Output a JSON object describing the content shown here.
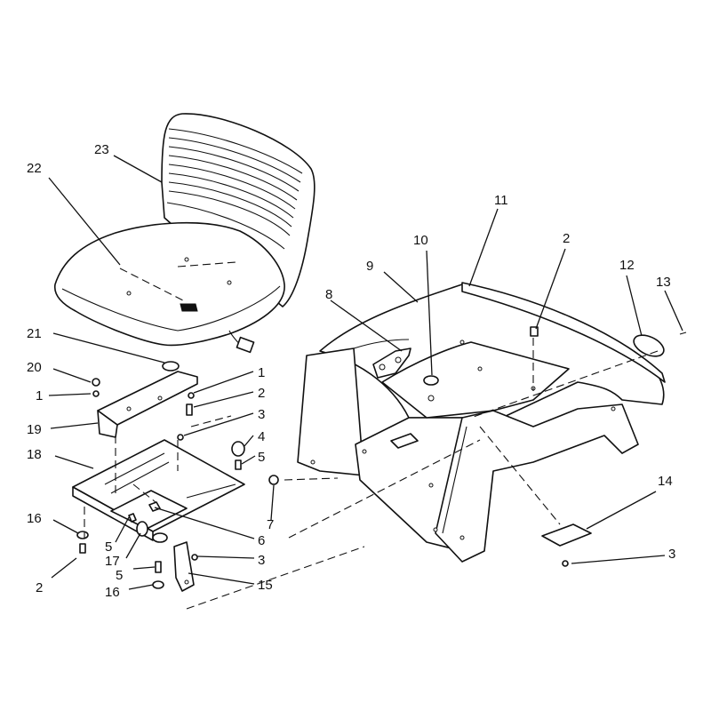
{
  "diagram": {
    "callouts": {
      "c23": "23",
      "c22": "22",
      "c21": "21",
      "c20": "20",
      "c1a": "1",
      "c19": "19",
      "c18": "18",
      "c16a": "16",
      "c2a": "2",
      "c5a": "5",
      "c17": "17",
      "c5b": "5",
      "c16b": "16",
      "c1b": "1",
      "c2b": "2",
      "c3a": "3",
      "c4": "4",
      "c5c": "5",
      "c7": "7",
      "c6": "6",
      "c3b": "3",
      "c15": "15",
      "c8": "8",
      "c9": "9",
      "c10": "10",
      "c11": "11",
      "c2c": "2",
      "c12": "12",
      "c13": "13",
      "c14": "14",
      "c3c": "3"
    }
  }
}
